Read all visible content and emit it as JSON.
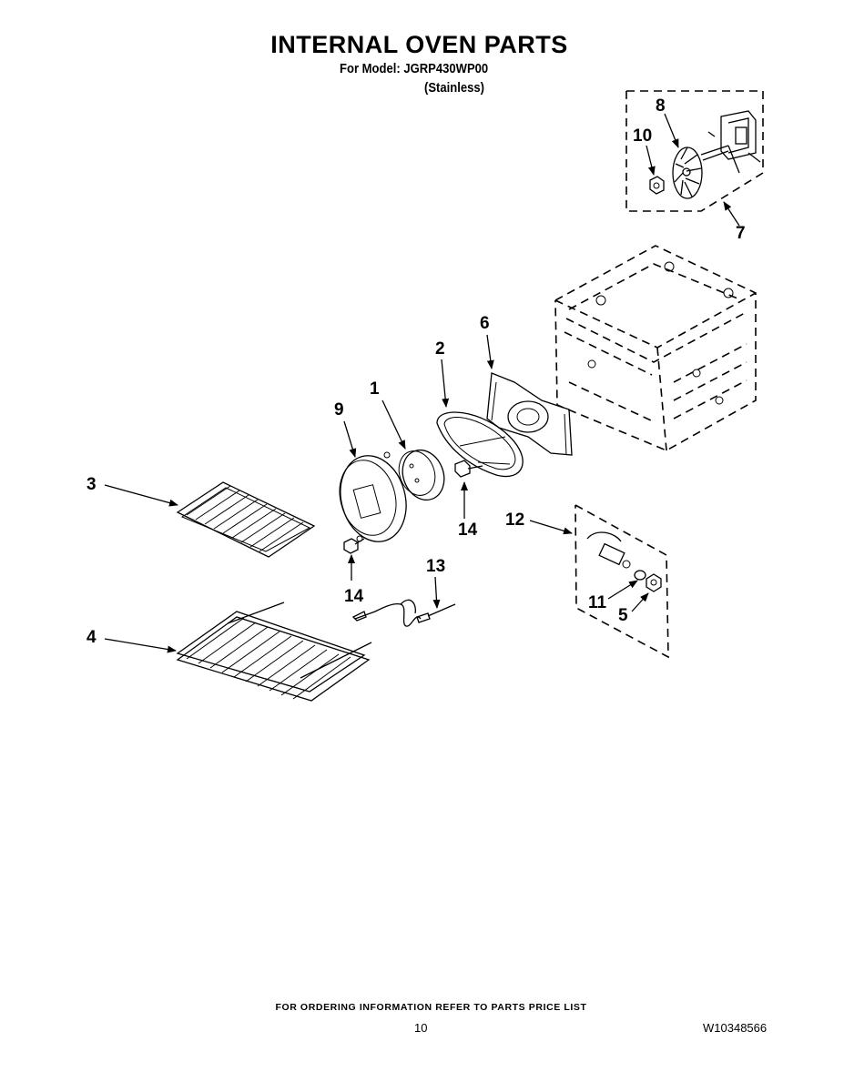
{
  "header": {
    "title": "INTERNAL OVEN PARTS",
    "model_line": "For Model: JGRP430WP00",
    "finish_line": "(Stainless)"
  },
  "callouts": [
    "1",
    "2",
    "3",
    "4",
    "5",
    "6",
    "7",
    "8",
    "9",
    "10",
    "11",
    "12",
    "13",
    "14",
    "14"
  ],
  "footer": {
    "note": "FOR ORDERING INFORMATION REFER TO PARTS PRICE LIST",
    "page_number": "10",
    "doc_number": "W10348566"
  }
}
